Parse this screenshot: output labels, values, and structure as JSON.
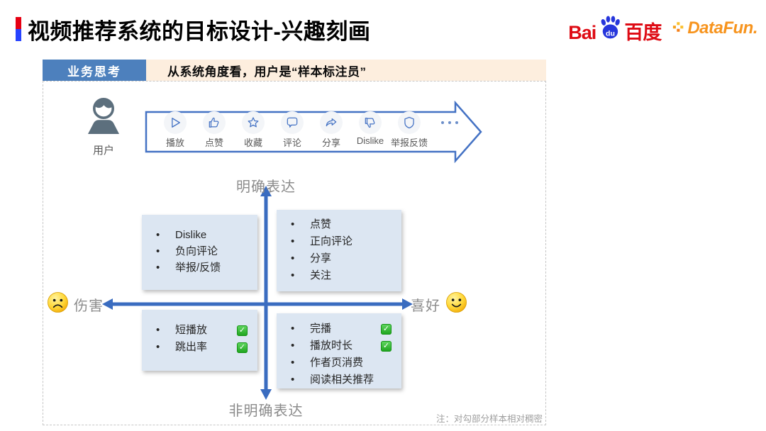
{
  "title": {
    "text": "视频推荐系统的目标设计-兴趣刻画"
  },
  "logos": {
    "baidu": {
      "bai": "Bai",
      "du": "du",
      "cn": "百度"
    },
    "datafun": {
      "text": "DataFun."
    }
  },
  "header": {
    "tag": "业务思考",
    "statement": "从系统角度看，用户是“样本标注员”"
  },
  "user": {
    "label": "用户"
  },
  "actions": {
    "items": [
      {
        "icon": "play-icon",
        "label": "播放"
      },
      {
        "icon": "thumbs-up-icon",
        "label": "点赞"
      },
      {
        "icon": "star-icon",
        "label": "收藏"
      },
      {
        "icon": "comment-icon",
        "label": "评论"
      },
      {
        "icon": "share-icon",
        "label": "分享"
      },
      {
        "icon": "thumbs-down-icon",
        "label": "Dislike"
      },
      {
        "icon": "shield-icon",
        "label": "举报反馈"
      }
    ]
  },
  "quadrant": {
    "top": "明确表达",
    "bottom": "非明确表达",
    "left": "伤害",
    "right": "喜好",
    "top_left_items": [
      {
        "text": "Dislike"
      },
      {
        "text": "负向评论"
      },
      {
        "text": "举报/反馈"
      }
    ],
    "top_right_items": [
      {
        "text": "点赞"
      },
      {
        "text": "正向评论"
      },
      {
        "text": "分享"
      },
      {
        "text": "关注"
      }
    ],
    "bottom_left_items": [
      {
        "text": "短播放",
        "check": true
      },
      {
        "text": "跳出率",
        "check": true
      }
    ],
    "bottom_right_items": [
      {
        "text": "完播",
        "check": true
      },
      {
        "text": "播放时长",
        "check": true
      },
      {
        "text": "作者页消费"
      },
      {
        "text": "阅读相关推荐"
      }
    ]
  },
  "note": "注：对勾部分样本相对稠密",
  "icons": {
    "bullet": "•",
    "check": "✓"
  },
  "colors": {
    "accent_blue": "#4472c4",
    "header_tag_bg": "#4d80bd",
    "header_bg": "#fdeede",
    "box_bg": "#dce6f2",
    "check_green": "#1ca21c",
    "baidu_red": "#de0b14",
    "baidu_blue": "#2636dc",
    "datafun_orange": "#f7941e"
  }
}
